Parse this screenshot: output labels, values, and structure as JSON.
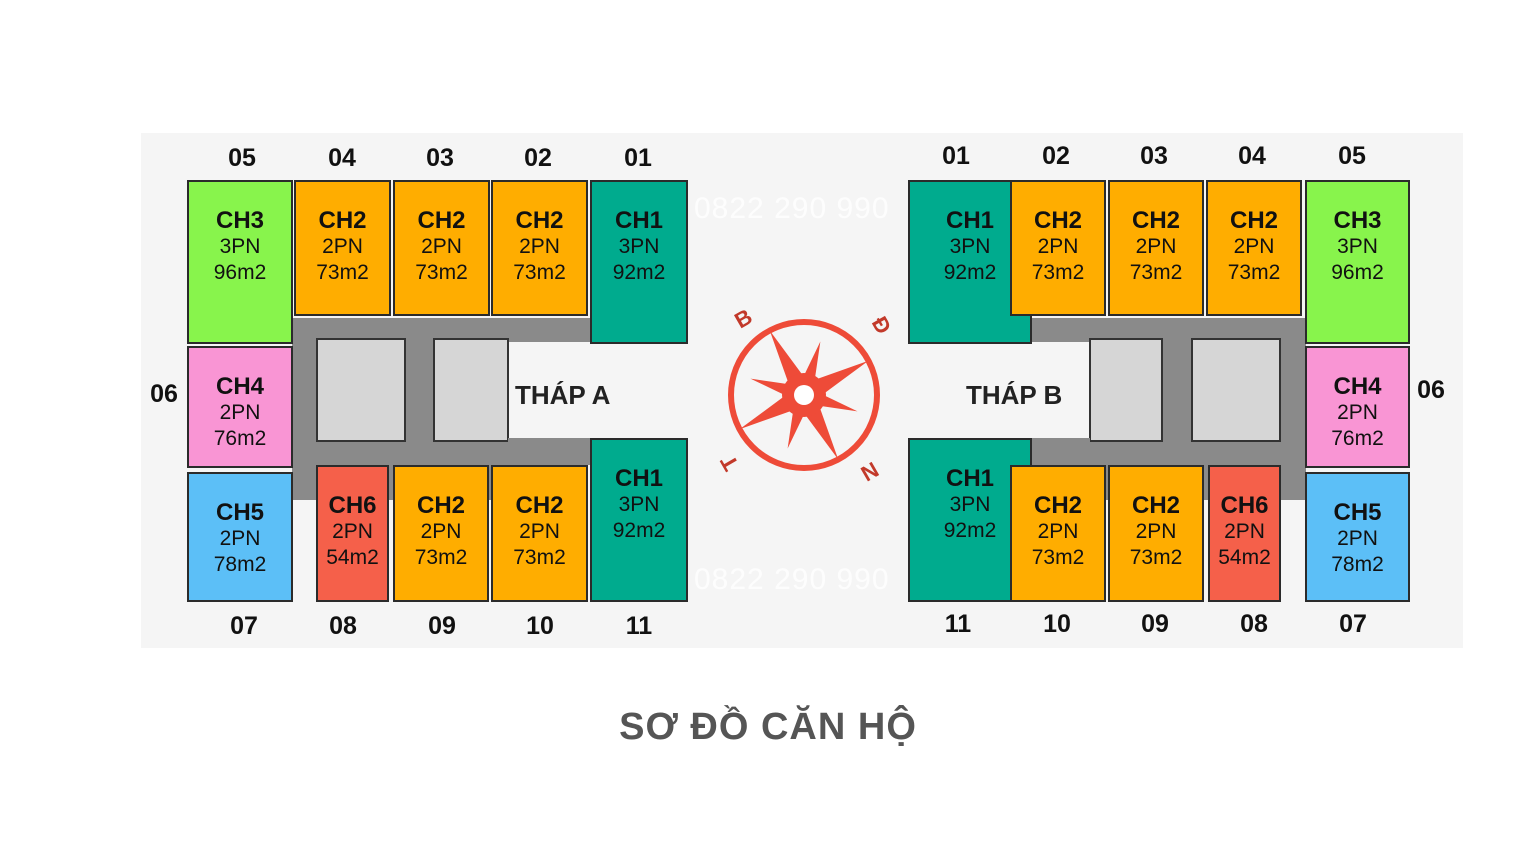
{
  "title": "SƠ ĐỒ CĂN HỘ",
  "watermark": "0822 290 990",
  "colors": {
    "CH1": "#00ab8e",
    "CH2": "#ffad00",
    "CH3": "#88f44c",
    "CH4": "#f995d4",
    "CH5": "#5cbff7",
    "CH6": "#f5604a",
    "core": "#8a8a8a",
    "compass": "#ee4b38"
  },
  "compass": {
    "n": "B",
    "e": "Đ",
    "s": "N",
    "w": "T"
  },
  "tower_a": {
    "label": "THÁP A",
    "numbers_top": [
      "05",
      "04",
      "03",
      "02",
      "01"
    ],
    "numbers_bottom": [
      "07",
      "08",
      "09",
      "10",
      "11"
    ],
    "number_side": "06",
    "units": [
      {
        "code": "CH3",
        "rooms": "3PN",
        "area": "96m2"
      },
      {
        "code": "CH2",
        "rooms": "2PN",
        "area": "73m2"
      },
      {
        "code": "CH2",
        "rooms": "2PN",
        "area": "73m2"
      },
      {
        "code": "CH2",
        "rooms": "2PN",
        "area": "73m2"
      },
      {
        "code": "CH1",
        "rooms": "3PN",
        "area": "92m2"
      },
      {
        "code": "CH4",
        "rooms": "2PN",
        "area": "76m2"
      },
      {
        "code": "CH5",
        "rooms": "2PN",
        "area": "78m2"
      },
      {
        "code": "CH6",
        "rooms": "2PN",
        "area": "54m2"
      },
      {
        "code": "CH2",
        "rooms": "2PN",
        "area": "73m2"
      },
      {
        "code": "CH2",
        "rooms": "2PN",
        "area": "73m2"
      },
      {
        "code": "CH1",
        "rooms": "3PN",
        "area": "92m2"
      }
    ]
  },
  "tower_b": {
    "label": "THÁP B",
    "numbers_top": [
      "01",
      "02",
      "03",
      "04",
      "05"
    ],
    "numbers_bottom": [
      "11",
      "10",
      "09",
      "08",
      "07"
    ],
    "number_side": "06",
    "units": [
      {
        "code": "CH1",
        "rooms": "3PN",
        "area": "92m2"
      },
      {
        "code": "CH2",
        "rooms": "2PN",
        "area": "73m2"
      },
      {
        "code": "CH2",
        "rooms": "2PN",
        "area": "73m2"
      },
      {
        "code": "CH2",
        "rooms": "2PN",
        "area": "73m2"
      },
      {
        "code": "CH3",
        "rooms": "3PN",
        "area": "96m2"
      },
      {
        "code": "CH4",
        "rooms": "2PN",
        "area": "76m2"
      },
      {
        "code": "CH1",
        "rooms": "3PN",
        "area": "92m2"
      },
      {
        "code": "CH2",
        "rooms": "2PN",
        "area": "73m2"
      },
      {
        "code": "CH2",
        "rooms": "2PN",
        "area": "73m2"
      },
      {
        "code": "CH6",
        "rooms": "2PN",
        "area": "54m2"
      },
      {
        "code": "CH5",
        "rooms": "2PN",
        "area": "78m2"
      }
    ]
  }
}
